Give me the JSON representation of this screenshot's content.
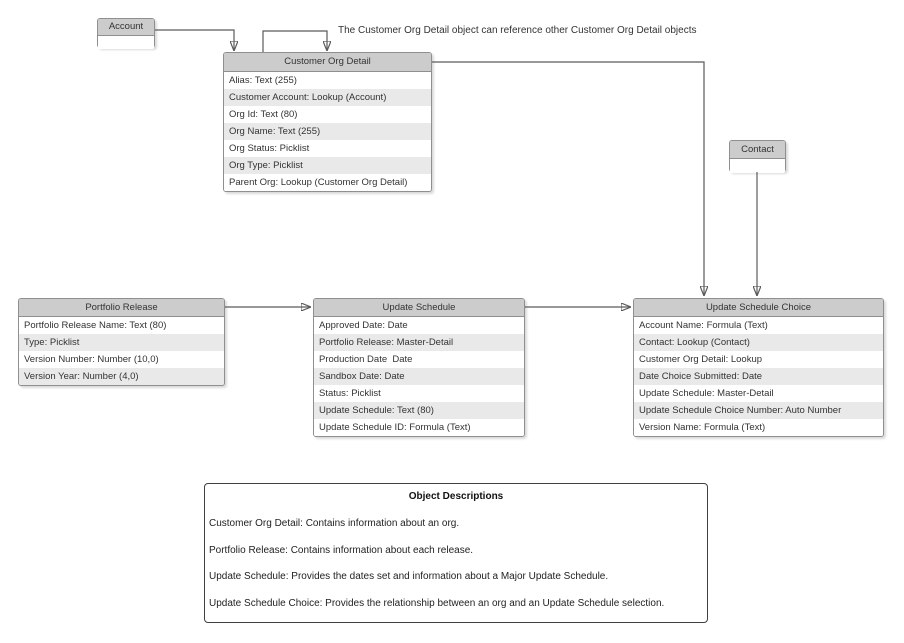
{
  "diagram": {
    "annotation": "The Customer Org Detail object can reference other Customer Org Detail objects",
    "colors": {
      "header_fill": "#cccccc",
      "row_alt_fill": "#e9e9e9",
      "table_border": "#8f8f8f",
      "connector": "#5b5b5b",
      "descriptions_border": "#404040",
      "text": "#333333",
      "background": "#ffffff"
    }
  },
  "entities": {
    "account": {
      "title": "Account"
    },
    "contact": {
      "title": "Contact"
    },
    "customer_org_detail": {
      "title": "Customer Org Detail",
      "rows": [
        "Alias: Text (255)",
        "Customer Account: Lookup (Account)",
        "Org Id: Text (80)",
        "Org Name: Text (255)",
        "Org Status: Picklist",
        "Org Type: Picklist",
        "Parent Org: Lookup (Customer Org Detail)"
      ]
    },
    "portfolio_release": {
      "title": "Portfolio Release",
      "rows": [
        "Portfolio Release Name: Text (80)",
        "Type: Picklist",
        "Version Number: Number (10,0)",
        "Version Year: Number (4,0)"
      ]
    },
    "update_schedule": {
      "title": "Update Schedule",
      "rows": [
        "Approved Date: Date",
        "Portfolio Release: Master-Detail",
        "Production Date  Date",
        "Sandbox Date: Date",
        "Status: Picklist",
        "Update Schedule: Text (80)",
        "Update Schedule ID: Formula (Text)"
      ]
    },
    "update_schedule_choice": {
      "title": "Update Schedule Choice",
      "rows": [
        "Account Name: Formula (Text)",
        "Contact: Lookup (Contact)",
        "Customer Org Detail: Lookup",
        "Date Choice Submitted: Date",
        "Update Schedule: Master-Detail",
        "Update Schedule Choice Number: Auto Number",
        "Version Name: Formula (Text)"
      ]
    }
  },
  "descriptions": {
    "title": "Object Descriptions",
    "lines": [
      "Customer Org Detail: Contains information about an org.",
      "Portfolio Release: Contains information about each release.",
      "Update Schedule: Provides the dates set and information about a Major Update Schedule.",
      "Update Schedule Choice: Provides the relationship between an org and an Update Schedule selection."
    ]
  }
}
